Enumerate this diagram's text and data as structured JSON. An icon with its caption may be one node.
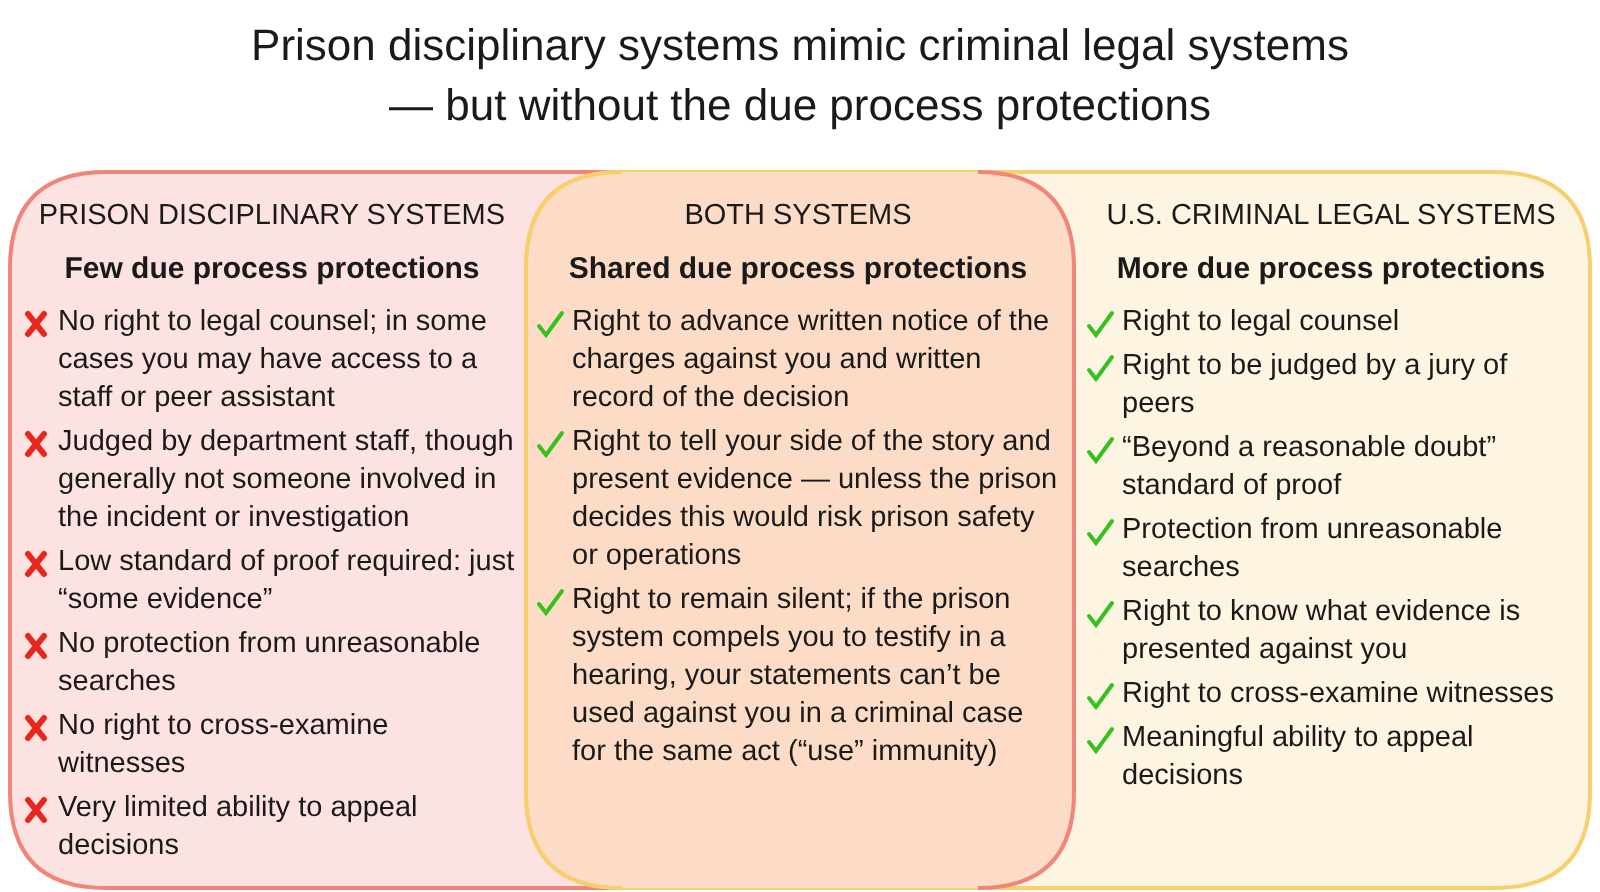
{
  "diagram": {
    "title": "Prison disciplinary systems mimic criminal legal systems — but without the due process protections",
    "nodes": [
      {
        "text": [
          "PRISON DISCIPLINARY SYSTEMS",
          "Few due process protections",
          "No right to legal counsel; in some cases you may have access to a staff or peer assistant",
          "Judged by department staff, though generally not someone involved in the incident or investigation",
          "Low standard of proof required: just “some evidence”",
          "No protection from unreasonable searches",
          "No right to cross-examine witnesses",
          "Very limited ability to appeal decisions"
        ]
      },
      {
        "text": [
          "U.S. CRIMINAL LEGAL SYSTEMS",
          "More due process protections",
          "Right to legal counsel",
          "Right to be judged by a jury of peers",
          "“Beyond a reasonable doubt” standard of proof",
          "Protection from unreasonable searches",
          "Right to know what evidence is presented against you",
          "Right to cross-examine witnesses",
          "Meaningful ability to appeal decisions"
        ]
      },
      {
        "text": [
          "BOTH SYSTEMS",
          "Shared due process protections",
          "Right to advance written notice of the charges against you and written record of the decision",
          "Right to tell your side of the story and present evidence — unless the prison decides this would risk prison safety or operations",
          "Right to remain silent; if the prison system compels you to testify in a hearing, your statements can’t be used against you in a criminal case for the same act (“use” immunity)"
        ]
      }
    ]
  }
}
